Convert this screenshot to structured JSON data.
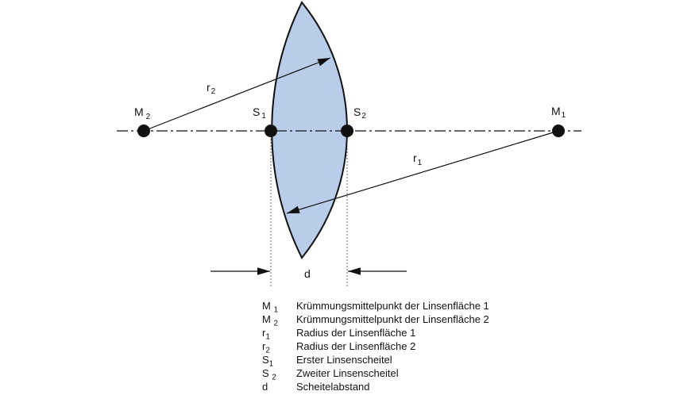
{
  "colors": {
    "lens_fill": "#b9cdeb",
    "line": "#111111"
  },
  "labels": {
    "M1": {
      "base": "M",
      "sub": "1"
    },
    "M2": {
      "base": "M",
      "sub": "2"
    },
    "S1": {
      "base": "S",
      "sub": "1"
    },
    "S2": {
      "base": "S",
      "sub": "2"
    },
    "r1": {
      "base": "r",
      "sub": "1"
    },
    "r2": {
      "base": "r",
      "sub": "2"
    },
    "d": "d"
  },
  "legend": [
    {
      "base": "M",
      "sub": "1",
      "text": "Krümmungsmittelpunkt der Linsenfläche 1"
    },
    {
      "base": "M",
      "sub": "2",
      "text": "Krümmungsmittelpunkt der Linsenfläche 2"
    },
    {
      "base": "r",
      "sub": "1",
      "text": "Radius der Linsenfläche 1"
    },
    {
      "base": "r",
      "sub": "2",
      "text": "Radius der Linsenfläche 2"
    },
    {
      "base": "S",
      "sub": "1",
      "text": "Erster Linsenscheitel"
    },
    {
      "base": "S",
      "sub": "2",
      "text": "Zweiter Linsenscheitel"
    },
    {
      "base": "d",
      "sub": "",
      "text": "Scheitelabstand"
    }
  ]
}
